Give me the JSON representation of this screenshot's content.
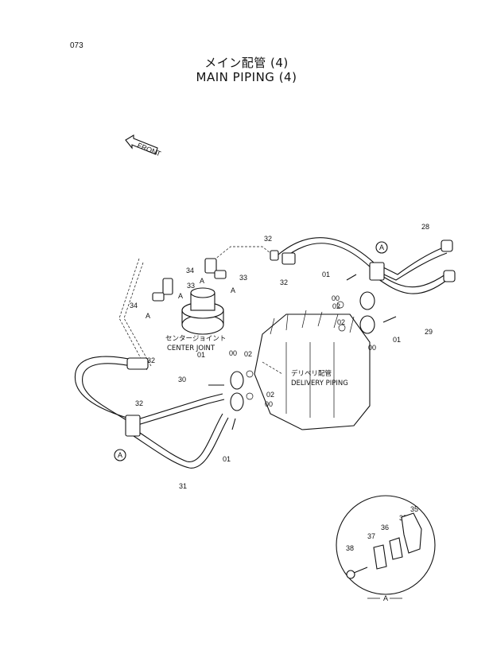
{
  "page_number": "073",
  "title_jp": "メイン配管 (4)",
  "title_en": "MAIN PIPING (4)",
  "front_label": "FRONT",
  "captions": {
    "center_joint_jp": "センタージョイント",
    "center_joint_en": "CENTER JOINT",
    "delivery_piping_jp": "デリベリ配管",
    "delivery_piping_en": "DELIVERY PIPING"
  },
  "view_marker": "A",
  "detail_view_label": "A",
  "callouts": {
    "p28": "28",
    "p29": "29",
    "p30": "30",
    "p31": "31",
    "p32a": "32",
    "p32b": "32",
    "p32c": "32",
    "p32d": "32",
    "p33a": "33",
    "p33b": "33",
    "p34a": "34",
    "p34b": "34",
    "p35a": "35",
    "p35b": "35",
    "p36": "36",
    "p37": "37",
    "p38": "38",
    "p01a": "01",
    "p01b": "01",
    "p01c": "01",
    "p01d": "01",
    "p02a": "02",
    "p02b": "02",
    "p02c": "02",
    "p02d": "02",
    "p00a": "00",
    "p00b": "00",
    "p00c": "00",
    "p00d": "00",
    "markA1": "A",
    "markA2": "A",
    "markA3": "A",
    "markA4": "A"
  }
}
